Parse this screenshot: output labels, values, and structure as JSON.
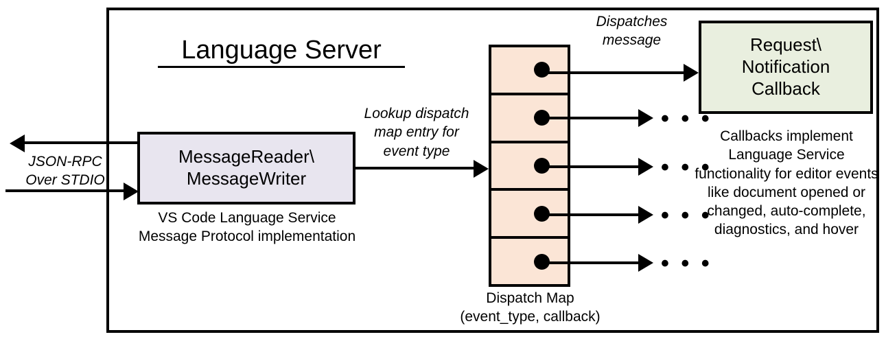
{
  "diagram": {
    "container_title": "Language Server",
    "nodes": {
      "message_io": {
        "label_line1": "MessageReader\\",
        "label_line2": "MessageWriter",
        "caption_line1": "VS Code Language Service",
        "caption_line2": "Message Protocol implementation",
        "fill": "#e8e5ef"
      },
      "dispatch_map": {
        "caption_line1": "Dispatch Map",
        "caption_line2": "(event_type, callback)",
        "fill": "#fbe5d6",
        "row_count": 5,
        "rows": [
          {
            "target": "callback-box"
          },
          {
            "target": "ellipsis"
          },
          {
            "target": "ellipsis"
          },
          {
            "target": "ellipsis"
          },
          {
            "target": "ellipsis"
          }
        ],
        "ellipsis_glyph": "• • •"
      },
      "callback": {
        "label_line1": "Request\\",
        "label_line2": "Notification",
        "label_line3": "Callback",
        "caption": "Callbacks implement Language Service functionality for editor events like document opened or changed, auto-complete, diagnostics, and hover",
        "fill": "#e9efdf"
      }
    },
    "edges": {
      "stdio": {
        "label_line1": "JSON-RPC",
        "label_line2": "Over STDIO"
      },
      "lookup": {
        "label_line1": "Lookup dispatch",
        "label_line2": "map entry for",
        "label_line3": "event type"
      },
      "dispatches": {
        "label_line1": "Dispatches",
        "label_line2": "message"
      }
    },
    "colors": {
      "stroke": "#000000",
      "background": "#ffffff"
    }
  }
}
